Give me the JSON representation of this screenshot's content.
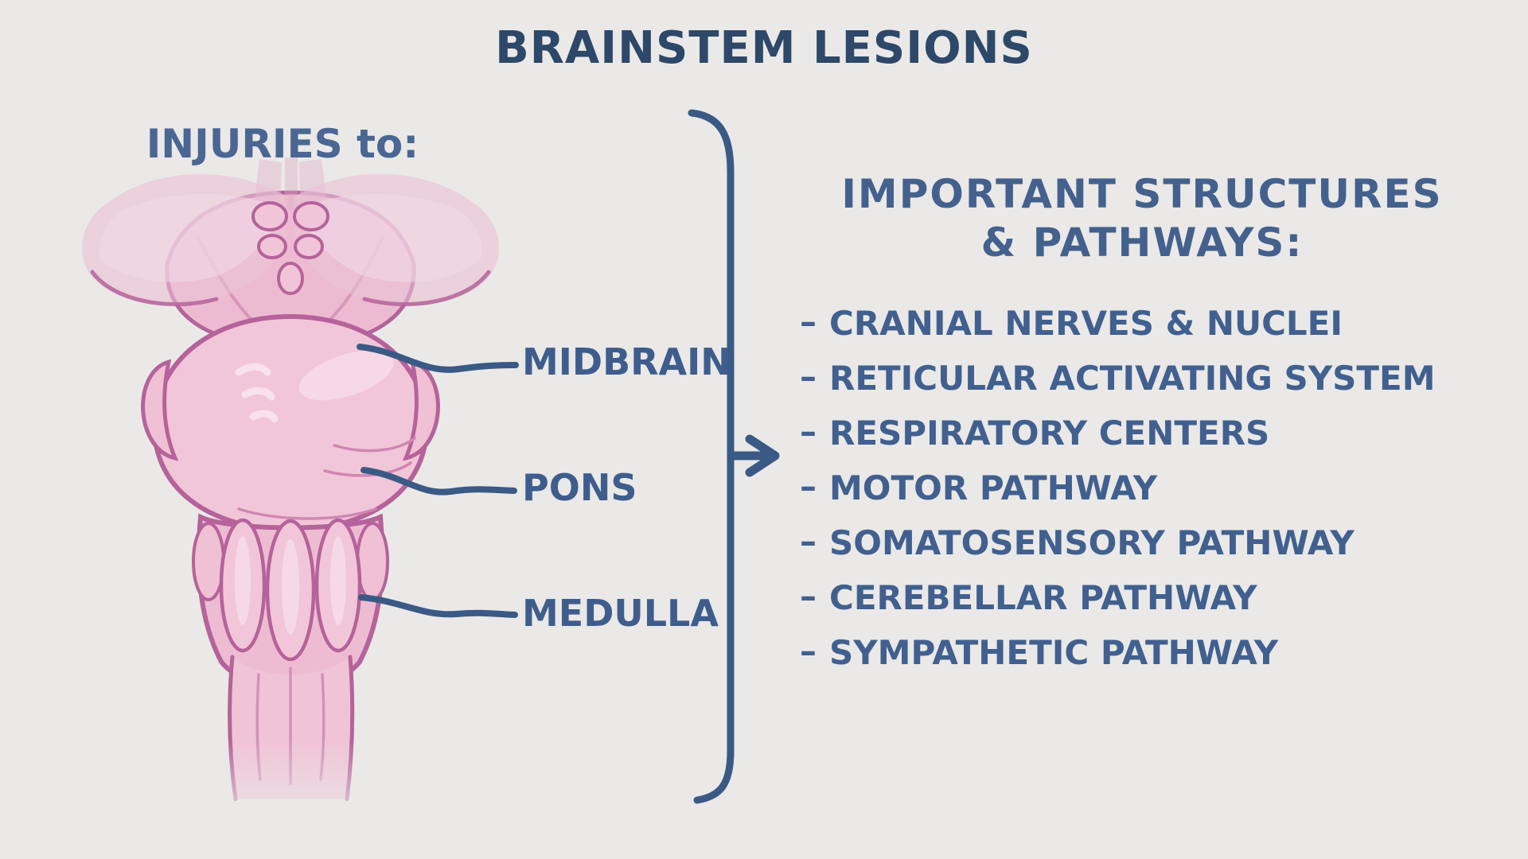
{
  "title": "BRAINSTEM LESIONS",
  "left_panel": {
    "heading": "INJURIES to:",
    "labels": [
      {
        "text": "MIDBRAIN"
      },
      {
        "text": "PONS"
      },
      {
        "text": "MEDULLA"
      }
    ]
  },
  "right_panel": {
    "heading_line1": "IMPORTANT STRUCTURES",
    "heading_line2": "& PATHWAYS:",
    "bullet": "–",
    "items": [
      "CRANIAL NERVES & NUCLEI",
      "RETICULAR ACTIVATING SYSTEM",
      "RESPIRATORY CENTERS",
      "MOTOR PATHWAY",
      "SOMATOSENSORY PATHWAY",
      "CEREBELLAR PATHWAY",
      "SYMPATHETIC PATHWAY"
    ]
  },
  "colors": {
    "background": "#eae9e7",
    "title_navy": "#2d4868",
    "text_blue": "#41608f",
    "line_blue": "#3a5a85",
    "pink_outline": "#b5639a",
    "pink_light": "#f2c6d9",
    "pink_medium": "#edbbd1",
    "pink_pale": "#e9c1d5",
    "pink_highlight": "#f8e2ec"
  }
}
